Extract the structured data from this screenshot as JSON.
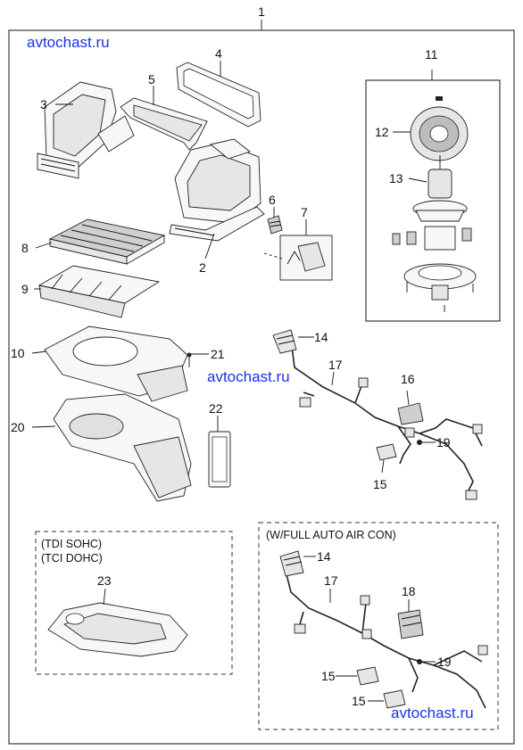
{
  "watermarks": [
    "avtochast.ru",
    "avtochast.ru",
    "avtochast.ru"
  ],
  "callouts": {
    "c1": "1",
    "c2": "2",
    "c3": "3",
    "c4": "4",
    "c5": "5",
    "c6": "6",
    "c7": "7",
    "c8": "8",
    "c9": "9",
    "c10": "10",
    "c11": "11",
    "c12": "12",
    "c13": "13",
    "c14": "14",
    "c15": "15",
    "c16": "16",
    "c17": "17",
    "c19": "19",
    "c20": "20",
    "c21": "21",
    "c22": "22",
    "c23": "23",
    "c14b": "14",
    "c15b": "15",
    "c15c": "15",
    "c17b": "17",
    "c18": "18",
    "c19b": "19"
  },
  "notes": {
    "engine_line1": "(TDI SOHC)",
    "engine_line2": "(TCI DOHC)",
    "auto_aircon": "(W/FULL AUTO AIR CON)"
  }
}
